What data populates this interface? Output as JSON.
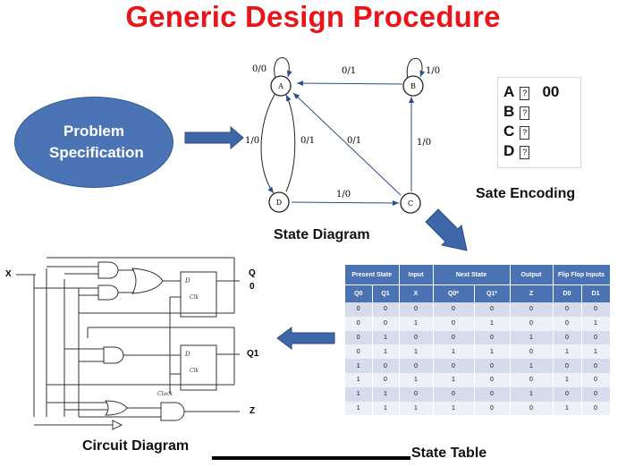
{
  "title": "Generic Design Procedure",
  "problem_spec": "Problem Specification",
  "state_diagram": {
    "caption": "State Diagram",
    "states": [
      "A",
      "B",
      "C",
      "D"
    ],
    "edge_labels": {
      "a_self": "0/0",
      "b_to_a": "0/1",
      "b_self": "1/0",
      "a_to_d": "1/0",
      "d_to_a": "0/1",
      "c_to_a": "0/1",
      "c_to_b": "1/0",
      "d_to_c": "1/0"
    }
  },
  "encoding": {
    "caption": "Sate Encoding",
    "rows": [
      {
        "state": "A",
        "value": "00"
      },
      {
        "state": "B",
        "value": ""
      },
      {
        "state": "C",
        "value": ""
      },
      {
        "state": "D",
        "value": ""
      }
    ],
    "placeholder_glyph": "?"
  },
  "state_table": {
    "caption": "State Table",
    "groups": [
      {
        "label": "Present State",
        "span": 2
      },
      {
        "label": "Input",
        "span": 1
      },
      {
        "label": "Next State",
        "span": 2
      },
      {
        "label": "Output",
        "span": 1
      },
      {
        "label": "Flip Flop Inputs",
        "span": 2
      }
    ],
    "columns": [
      "Q0",
      "Q1",
      "X",
      "Q0*",
      "Q1*",
      "Z",
      "D0",
      "D1"
    ],
    "rows": [
      [
        "0",
        "0",
        "0",
        "0",
        "0",
        "0",
        "0",
        "0"
      ],
      [
        "0",
        "0",
        "1",
        "0",
        "1",
        "0",
        "0",
        "1"
      ],
      [
        "0",
        "1",
        "0",
        "0",
        "0",
        "1",
        "0",
        "0"
      ],
      [
        "0",
        "1",
        "1",
        "1",
        "1",
        "0",
        "1",
        "1"
      ],
      [
        "1",
        "0",
        "0",
        "0",
        "0",
        "1",
        "0",
        "0"
      ],
      [
        "1",
        "0",
        "1",
        "1",
        "0",
        "0",
        "1",
        "0"
      ],
      [
        "1",
        "1",
        "0",
        "0",
        "0",
        "1",
        "0",
        "0"
      ],
      [
        "1",
        "1",
        "1",
        "1",
        "0",
        "0",
        "1",
        "0"
      ]
    ]
  },
  "circuit": {
    "caption": "Circuit Diagram",
    "input_label": "X",
    "outputs": [
      "Q",
      "0",
      "Q1",
      "Z"
    ],
    "ff_d": "D",
    "ff_clk": "Clk",
    "clock_label": "Clock"
  },
  "colors": {
    "title": "#e8161b",
    "ellipse": "#4a74b6",
    "arrow": "#3d67a8",
    "table_header": "#4b73b4"
  }
}
